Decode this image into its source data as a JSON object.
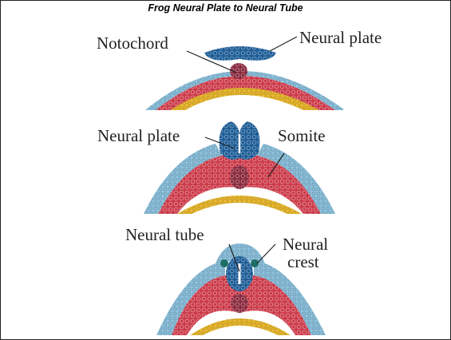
{
  "title": "Frog Neural Plate to Neural Tube",
  "stages": [
    {
      "labels": {
        "left": "Notochord",
        "right": "Neural plate"
      }
    },
    {
      "labels": {
        "left": "Neural plate",
        "right": "Somite"
      }
    },
    {
      "labels": {
        "left": "Neural tube",
        "right_line1": "Neural",
        "right_line2": "crest"
      }
    }
  ],
  "colors": {
    "ectoderm": "#8cc0dc",
    "neural": "#1e5d96",
    "mesoderm": "#cc3b4a",
    "notochord": "#8a2a3e",
    "endoderm": "#e8b830",
    "neural_crest": "#1f6e66"
  }
}
